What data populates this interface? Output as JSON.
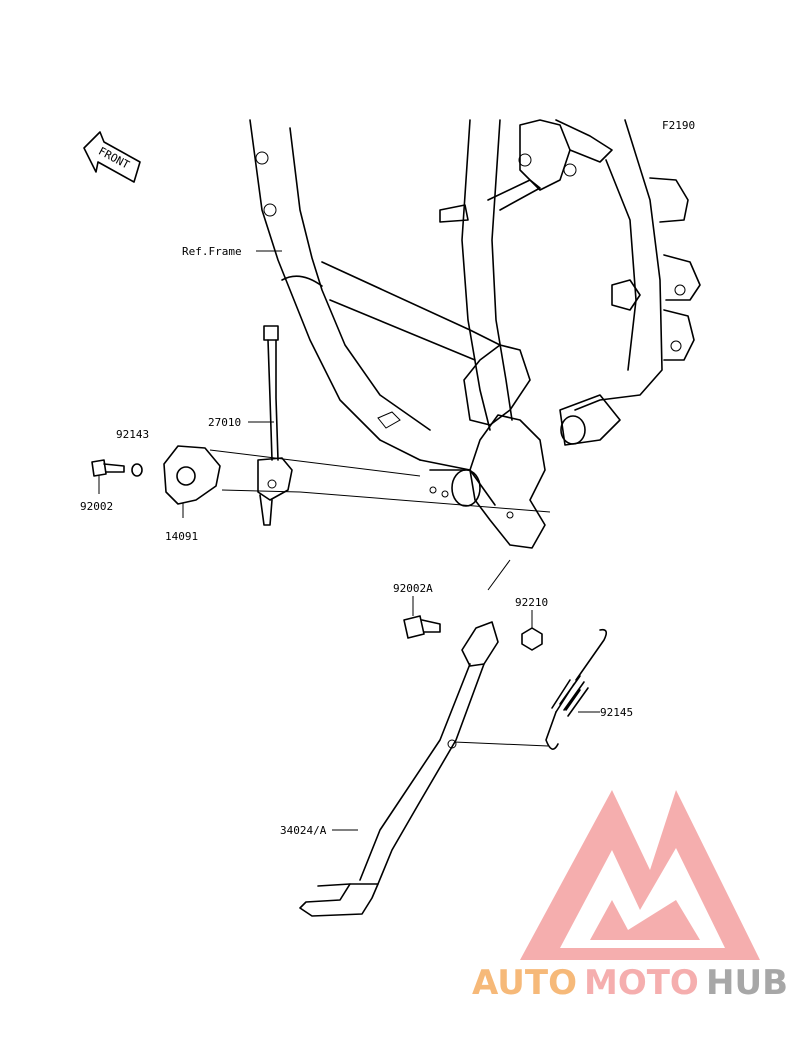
{
  "figure_code": "F2190",
  "front_label": "FRONT",
  "labels": {
    "ref_frame": "Ref.Frame",
    "p27010": "27010",
    "p92143": "92143",
    "p92002": "92002",
    "p14091": "14091",
    "p92002a": "92002A",
    "p92210": "92210",
    "p92145": "92145",
    "p34024a": "34024/A"
  },
  "watermark": {
    "part1": "AUTO",
    "part2": "MOTO",
    "part3": "HUB",
    "color_orange": "#f6b26b",
    "color_red": "#f4a6a6",
    "color_gray": "#9e9e9e"
  }
}
